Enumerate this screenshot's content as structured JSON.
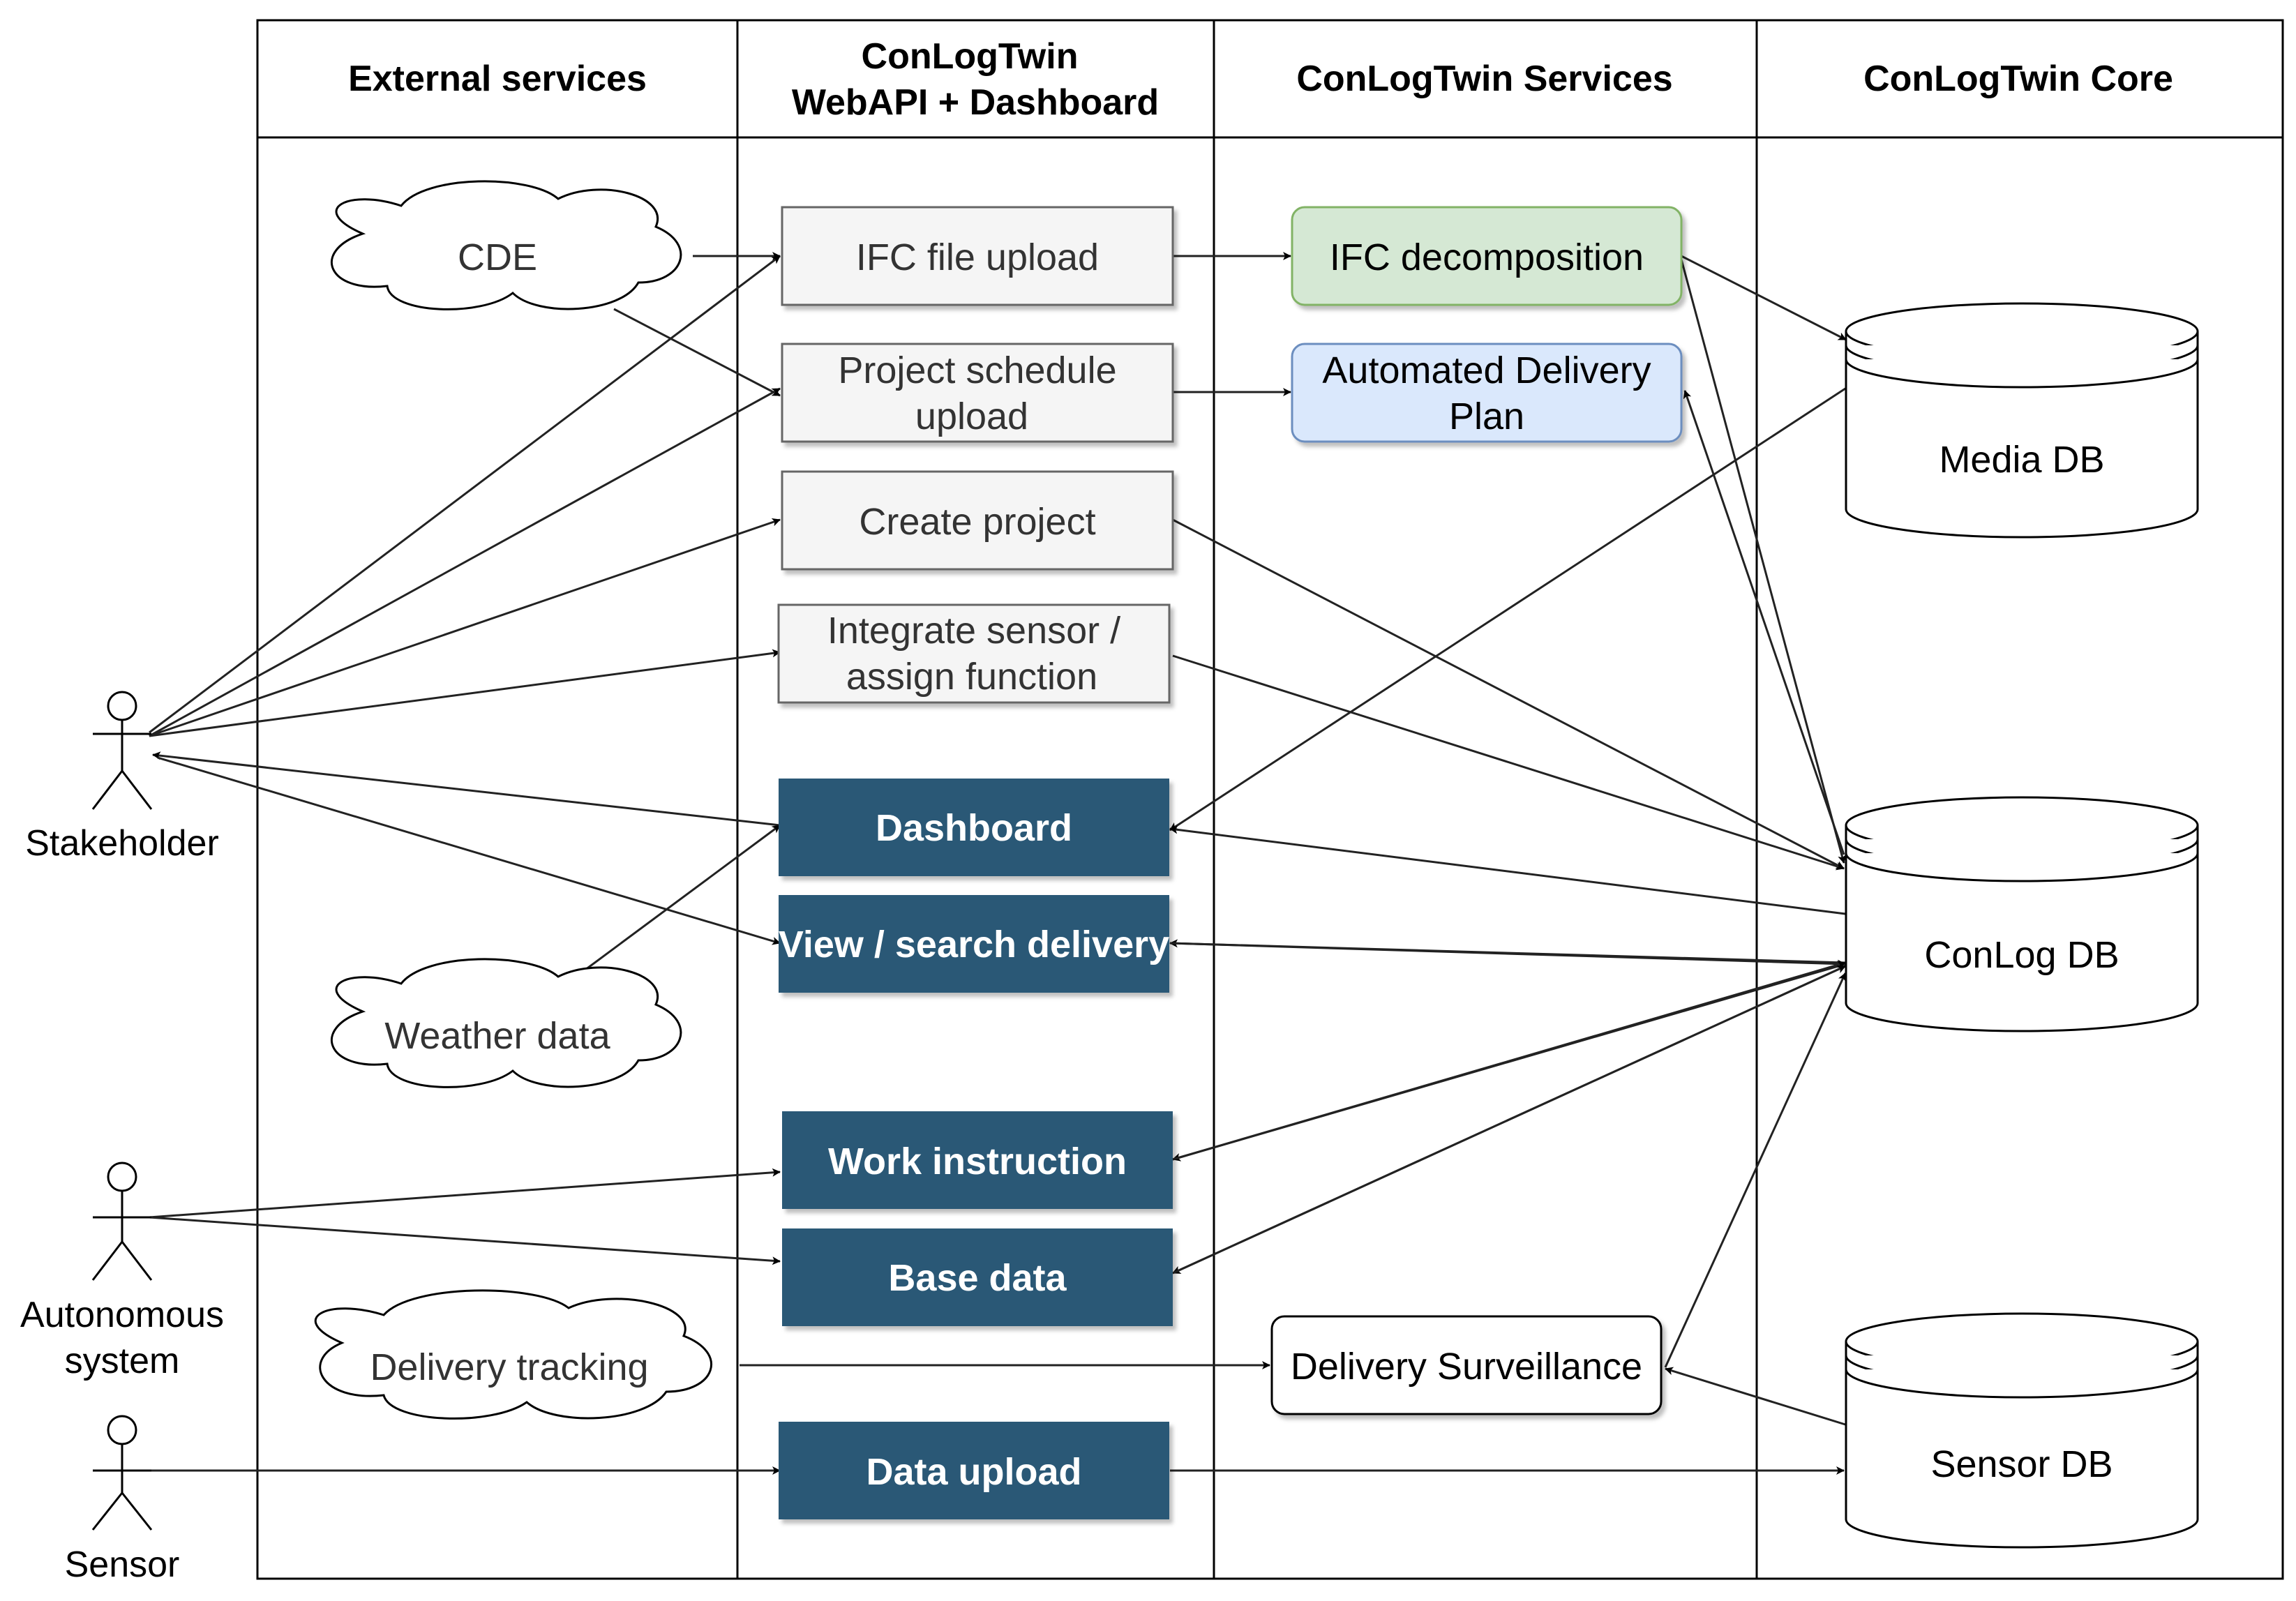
{
  "lanes": {
    "external": "External services",
    "webapi_line1": "ConLogTwin",
    "webapi_line2": "WebAPI + Dashboard",
    "services": "ConLogTwin Services",
    "core": "ConLogTwin Core"
  },
  "actors": {
    "stakeholder": "Stakeholder",
    "autonomous_line1": "Autonomous",
    "autonomous_line2": "system",
    "sensor": "Sensor"
  },
  "clouds": {
    "cde": "CDE",
    "weather": "Weather data",
    "tracking": "Delivery tracking"
  },
  "webapi": {
    "ifc_upload": "IFC file upload",
    "schedule_line1": "Project schedule",
    "schedule_line2": "upload",
    "create_project": "Create project",
    "integrate_line1": "Integrate sensor /",
    "integrate_line2": "assign function",
    "dashboard": "Dashboard",
    "view_search": "View / search delivery",
    "work_instruction": "Work instruction",
    "base_data": "Base data",
    "data_upload": "Data upload"
  },
  "services": {
    "ifc_decomposition": "IFC decomposition",
    "delivery_plan_line1": "Automated Delivery",
    "delivery_plan_line2": "Plan",
    "surveillance": "Delivery Surveillance"
  },
  "databases": {
    "media": "Media DB",
    "conlog": "ConLog DB",
    "sensor": "Sensor DB"
  },
  "colors": {
    "light_box": "#f5f5f5",
    "light_box_border": "#666666",
    "dark_box": "#2b5876",
    "green_box": "#d5e8d4",
    "green_border": "#82b366",
    "blue_box": "#dae8fc",
    "blue_border": "#6c8ebf"
  }
}
